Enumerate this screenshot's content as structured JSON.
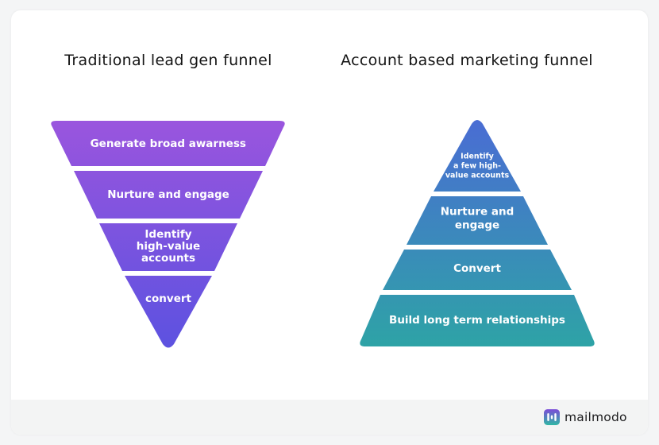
{
  "left_funnel": {
    "title": "Traditional lead gen funnel",
    "stages": [
      {
        "label": [
          "Generate broad awarness"
        ]
      },
      {
        "label": [
          "Nurture and engage"
        ]
      },
      {
        "label": [
          "Identify",
          "high-value",
          "accounts"
        ]
      },
      {
        "label": [
          "convert"
        ]
      }
    ]
  },
  "right_funnel": {
    "title": "Account based marketing funnel",
    "stages": [
      {
        "label": [
          "Identify",
          "a few high-",
          "value accounts"
        ]
      },
      {
        "label": [
          "Nurture and",
          "engage"
        ]
      },
      {
        "label": [
          "Convert"
        ]
      },
      {
        "label": [
          "Build long term relationships"
        ]
      }
    ]
  },
  "brand": {
    "name": "mailmodo",
    "icon": "mailmodo-logo-icon"
  },
  "colors": {
    "left_top": "#9a55de",
    "left_bottom": "#5c52e0",
    "right_top": "#4a6cd4",
    "right_bottom": "#2ea3a6",
    "brand_icon_top": "#7b4bd8",
    "brand_icon_bottom": "#2fb7a4"
  }
}
